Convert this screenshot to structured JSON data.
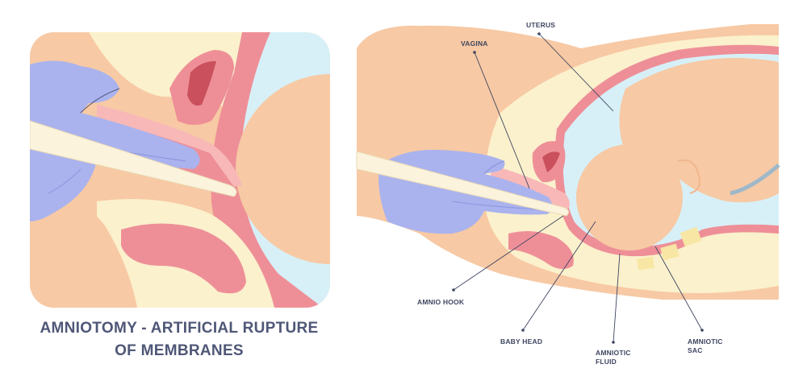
{
  "title": {
    "line1": "AMNIOTOMY - ARTIFICIAL RUPTURE",
    "line2": "OF MEMBRANES"
  },
  "labels": {
    "uterus": "UTERUS",
    "vagina": "VAGINA",
    "amnio_hook": "AMNIO HOOK",
    "baby_head": "BABY HEAD",
    "amniotic_fluid_1": "AMNIOTIC",
    "amniotic_fluid_2": "FLUID",
    "amniotic_sac_1": "AMNIOTIC",
    "amniotic_sac_2": "SAC"
  },
  "colors": {
    "skin": "#f7c9a4",
    "skin_dark": "#f2b68e",
    "glove": "#aab3ee",
    "glove_line": "#8e98de",
    "tissue_pink": "#ee8f98",
    "tissue_light": "#f8b8b8",
    "fluid_blue": "#d7f0f7",
    "cream": "#fbf1cc",
    "hook": "#fbf3dc",
    "label_text": "#3e4560",
    "title_text": "#4f5777"
  }
}
